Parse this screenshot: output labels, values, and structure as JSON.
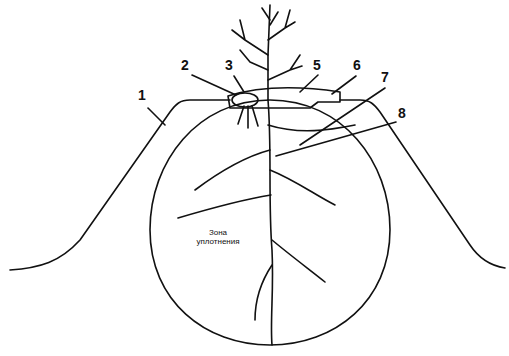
{
  "diagram": {
    "nodes": [
      {
        "text": [
          "Зона уплотнения"
        ]
      }
    ],
    "labels": [
      "1",
      "2",
      "3",
      "5",
      "6",
      "7",
      "8"
    ]
  }
}
